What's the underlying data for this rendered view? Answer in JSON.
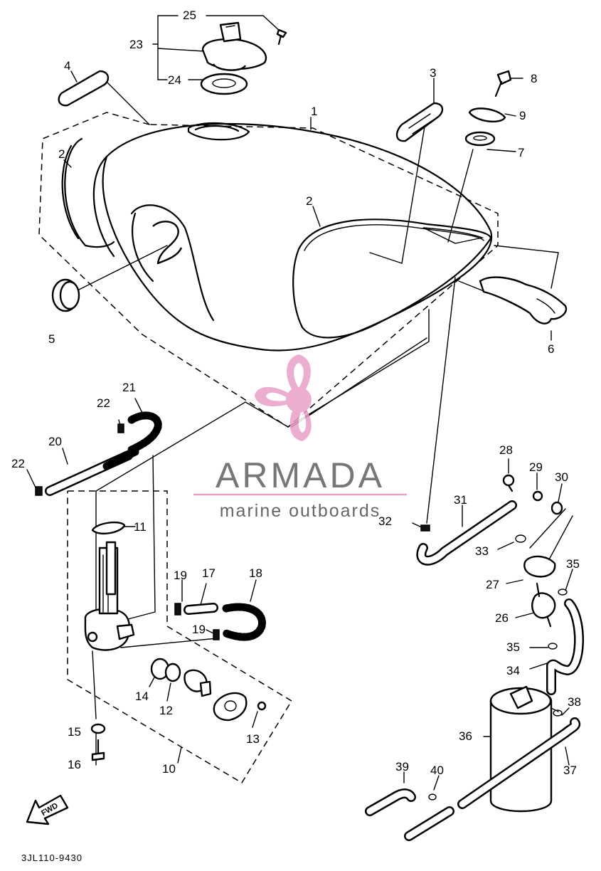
{
  "watermark": {
    "title": "ARMADA",
    "subtitle": "marine outboards",
    "accent_color": "#e8a0c8",
    "text_color": "#777777"
  },
  "diagram_code": "3JL110-9430",
  "fwd_label": "FWD",
  "callouts": [
    "1",
    "2",
    "2",
    "3",
    "4",
    "5",
    "6",
    "7",
    "8",
    "9",
    "10",
    "11",
    "12",
    "13",
    "14",
    "15",
    "16",
    "17",
    "18",
    "19",
    "19",
    "20",
    "21",
    "22",
    "22",
    "23",
    "24",
    "25",
    "26",
    "27",
    "28",
    "29",
    "30",
    "31",
    "32",
    "33",
    "34",
    "35",
    "35",
    "36",
    "37",
    "38",
    "39",
    "40"
  ]
}
